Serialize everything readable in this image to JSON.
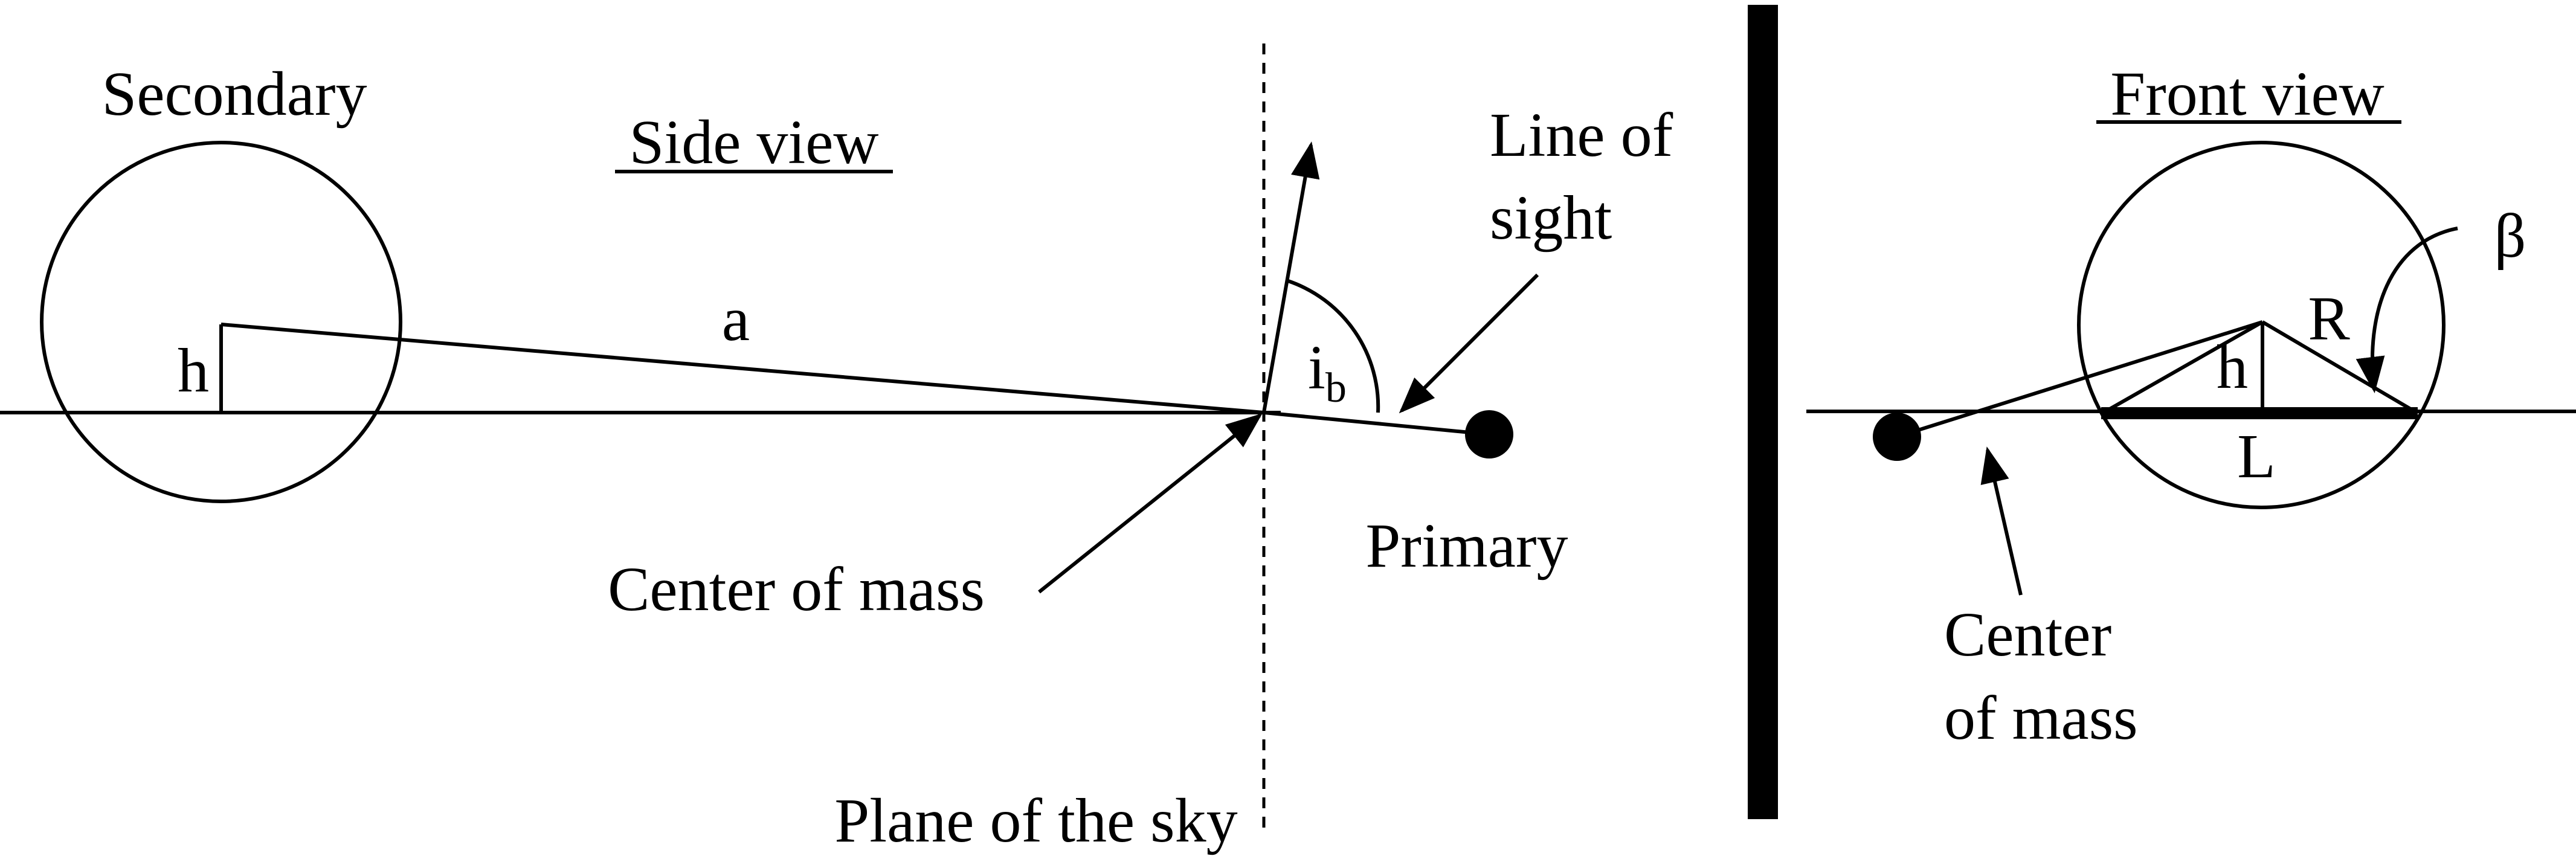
{
  "side_view": {
    "title": "Side view",
    "secondary_label": "Secondary",
    "h_label": "h",
    "a_label": "a",
    "inclination_symbol": "i",
    "inclination_subscript": "b",
    "line_of_sight_line1": "Line of",
    "line_of_sight_line2": "sight",
    "primary_label": "Primary",
    "center_of_mass_label": "Center of mass",
    "plane_of_sky_label": "Plane of the sky"
  },
  "front_view": {
    "title": "Front view",
    "beta_label": "β",
    "r_label": "R",
    "h_label": "h",
    "l_label": "L",
    "center_of_mass_line1": "Center",
    "center_of_mass_line2": "of mass"
  }
}
